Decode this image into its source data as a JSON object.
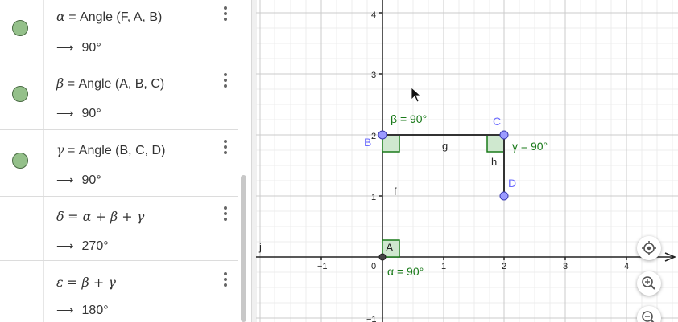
{
  "algebra_view": {
    "items": [
      {
        "symbol": "α",
        "definition": "= Angle (F, A, B)",
        "value": "90°",
        "visible_toggle": true
      },
      {
        "symbol": "β",
        "definition": "= Angle (A, B, C)",
        "value": "90°",
        "visible_toggle": true
      },
      {
        "symbol": "γ",
        "definition": "= Angle (B, C, D)",
        "value": "90°",
        "visible_toggle": true
      },
      {
        "symbol": "δ",
        "definition": "= α + β + γ",
        "value": "270°",
        "visible_toggle": false
      },
      {
        "symbol": "ε",
        "definition": "= β + γ",
        "value": "180°",
        "visible_toggle": false
      }
    ],
    "arrow": "⟶"
  },
  "graphics_view": {
    "x_ticks": [
      "−1",
      "1",
      "2",
      "3",
      "4"
    ],
    "y_ticks": [
      "4",
      "3",
      "2",
      "1",
      "−1"
    ],
    "origin_label": "0",
    "points": {
      "A": "A",
      "B": "B",
      "C": "C",
      "D": "D"
    },
    "segments": {
      "f": "f",
      "g": "g",
      "h": "h",
      "j": "j"
    },
    "angle_labels": {
      "alpha": "α = 90°",
      "beta": "β = 90°",
      "gamma": "γ = 90°"
    },
    "colors": {
      "point": "#6b6bff",
      "point_label": "#6b6bff",
      "angle": "#1a7a1a",
      "angle_fill": "#cfe8cf",
      "grid_major": "#c8c8c8",
      "grid_minor": "#ececec",
      "toggle": "#94c08a"
    },
    "controls": {
      "home": "crosshair-icon",
      "zoom_in": "zoom-in-icon",
      "zoom_out": "zoom-out-icon"
    }
  }
}
